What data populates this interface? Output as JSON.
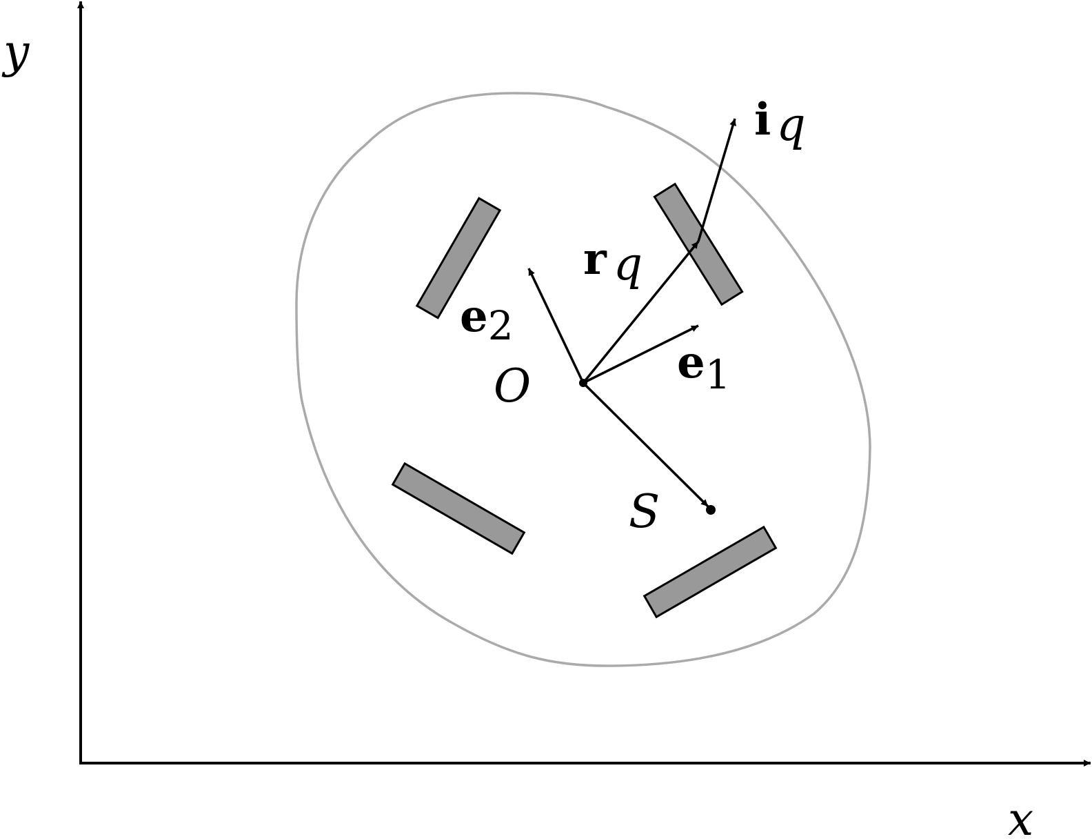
{
  "axes": {
    "x_label": "x",
    "y_label": "y"
  },
  "points": {
    "origin_label": "O",
    "s_label": "S"
  },
  "vectors": {
    "e1": {
      "base": "e",
      "sub": "1"
    },
    "e2": {
      "base": "e",
      "sub": "2"
    },
    "rq": {
      "base": "r",
      "sub": "q"
    },
    "iq": {
      "base": "i",
      "sub": "q"
    }
  },
  "colors": {
    "line": "#000000",
    "body_outline": "#aaaaaa",
    "wheel_fill": "#999999",
    "background": "#ffffff"
  }
}
